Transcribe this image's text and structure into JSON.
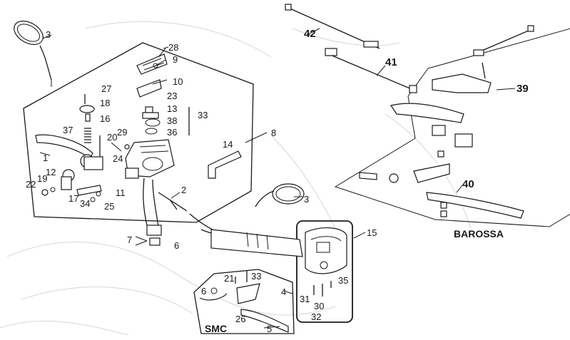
{
  "diagram": {
    "callouts": {
      "c3a": "3",
      "c28": "28",
      "c9": "9",
      "c10": "10",
      "c27": "27",
      "c18": "18",
      "c23": "23",
      "c16": "16",
      "c13": "13",
      "c33a": "33",
      "c38": "38",
      "c36": "36",
      "c37": "37",
      "c20": "20",
      "c29": "29",
      "c8": "8",
      "c1": "1",
      "c24": "24",
      "c14": "14",
      "c12": "12",
      "c19": "19",
      "c22": "22",
      "c11": "11",
      "c2": "2",
      "c17": "17",
      "c34": "34",
      "c25": "25",
      "c3b": "3",
      "c7": "7",
      "c6a": "6",
      "c15": "15",
      "c21": "21",
      "c33b": "33",
      "c6b": "6",
      "c4": "4",
      "c35": "35",
      "c31": "31",
      "c30": "30",
      "c32": "32",
      "c26": "26",
      "c5": "5",
      "c42": "42",
      "c41": "41",
      "c39": "39",
      "c40": "40"
    },
    "captions": {
      "smc": "SMC",
      "barossa": "BAROSSA"
    }
  }
}
